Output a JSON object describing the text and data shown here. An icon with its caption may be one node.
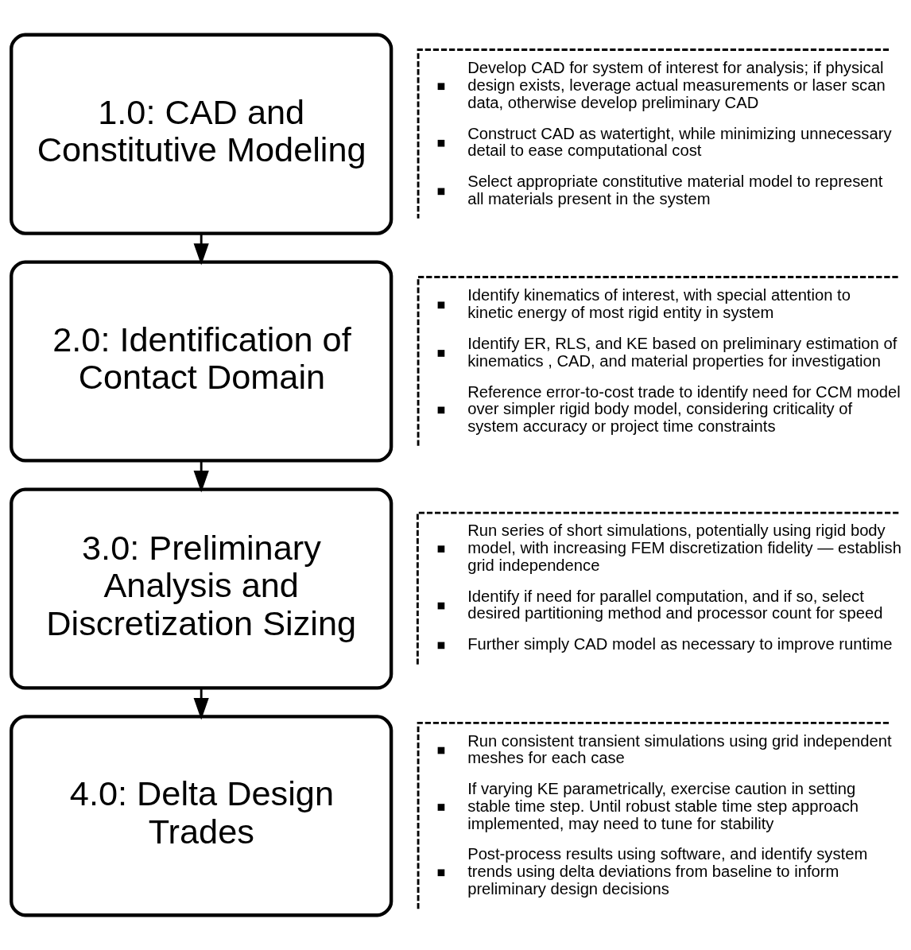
{
  "diagram": {
    "nodes": [
      {
        "text": [
          "1.0: CAD and Constitutive Modeling"
        ],
        "beside": [
          "Develop CAD for system of interest for analysis; if physical design exists, leverage actual measurements or laser scan data, otherwise develop preliminary CAD",
          "Construct CAD as watertight, while minimizing unnecessary detail to ease computational cost",
          "Select appropriate constitutive material model to represent all materials present in the system"
        ]
      },
      {
        "text": [
          "2.0: Identification of Contact Domain"
        ],
        "beside": [
          "Identify kinematics of interest, with special attention to kinetic energy of most rigid entity in system",
          "Identify ER, RLS, and KE based on preliminary estimation of kinematics , CAD, and material properties for investigation",
          "Reference error-to-cost trade to identify need for CCM model over simpler rigid body model, considering criticality of system accuracy or project time constraints"
        ]
      },
      {
        "text": [
          "3.0: Preliminary Analysis and Discretization Sizing"
        ],
        "beside": [
          "Run series of short simulations, potentially using rigid body model, with increasing FEM discretization fidelity — establish grid independence",
          "Identify if need for parallel computation, and if so, select desired partitioning method and processor count for speed",
          "Further simply CAD model as necessary to improve runtime"
        ]
      },
      {
        "text": [
          "4.0: Delta Design Trades"
        ],
        "beside": [
          "Run consistent transient simulations using grid independent meshes for each case",
          "If varying KE parametrically, exercise caution in setting stable time step. Until robust stable time step approach implemented, may need to tune for stability",
          "Post-process results using software, and identify system trends using delta deviations from baseline to inform preliminary design decisions"
        ]
      }
    ],
    "edges": [
      {
        "from": 0,
        "to": 1,
        "arrow": "to"
      },
      {
        "from": 1,
        "to": 2,
        "arrow": "to"
      },
      {
        "from": 2,
        "to": 3,
        "arrow": "to"
      }
    ]
  }
}
